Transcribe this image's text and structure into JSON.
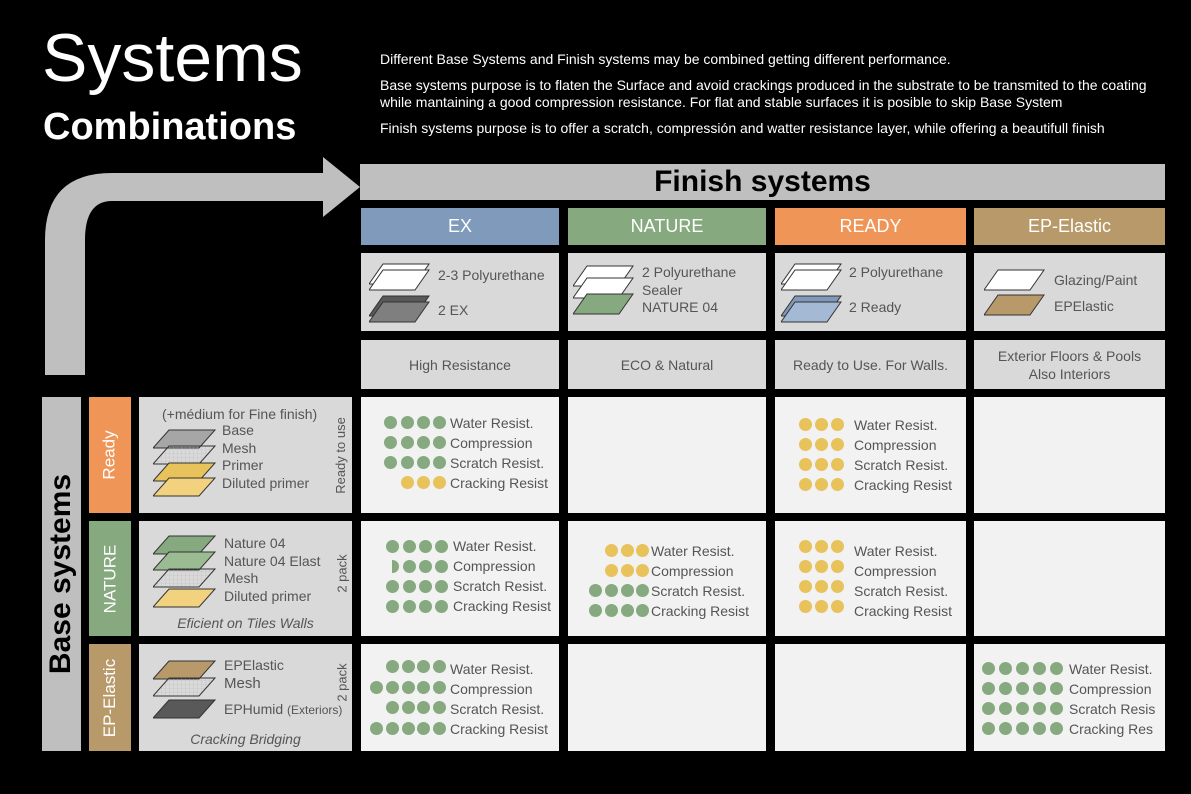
{
  "title": {
    "line1": "Systems",
    "line2": "Combinations"
  },
  "intro": [
    "Different Base Systems and Finish systems may be combined getting different performance.",
    "Base systems purpose is to flaten the Surface and avoid crackings produced in the substrate to be transmited to the coating while mantaining a good compression resistance. For flat and stable surfaces it is posible to skip Base System",
    "Finish systems purpose is to offer a scratch, compressión and watter resistance layer, while offering a beautifull finish"
  ],
  "finish": {
    "heading": "Finish systems",
    "columns": [
      {
        "name": "EX",
        "color": "#7f9aba",
        "layers": [
          "2-3 Polyurethane",
          "2 EX"
        ],
        "desc": [
          "High Resistance"
        ]
      },
      {
        "name": "NATURE",
        "color": "#86a97f",
        "layers": [
          "2 Polyurethane",
          "Sealer",
          "NATURE 04"
        ],
        "desc": [
          "ECO & Natural"
        ]
      },
      {
        "name": "READY",
        "color": "#ef9558",
        "layers": [
          "2 Polyurethane",
          "2 Ready"
        ],
        "desc": [
          "Ready to Use. For Walls."
        ]
      },
      {
        "name": "EP-Elastic",
        "color": "#b89a6a",
        "layers": [
          "Glazing/Paint",
          "EPElastic"
        ],
        "desc": [
          "Exterior Floors & Pools",
          "Also Interiors"
        ]
      }
    ]
  },
  "base": {
    "heading": "Base systems",
    "rows": [
      {
        "name": "Ready",
        "color": "#ef9558",
        "note": "(+médium for Fine finish)",
        "layers": [
          "Base",
          "Mesh",
          "Primer",
          "Diluted primer"
        ],
        "side": "Ready to use",
        "caption": ""
      },
      {
        "name": "NATURE",
        "color": "#86a97f",
        "note": "",
        "layers": [
          "Nature 04",
          "Nature 04 Elast",
          "Mesh",
          "Diluted primer"
        ],
        "side": "2 pack",
        "caption": "Eficient on Tiles Walls"
      },
      {
        "name": "EP-Elastic",
        "color": "#b89a6a",
        "note": "",
        "layers": [
          "EPElastic",
          "Mesh",
          "EPHumid"
        ],
        "layer_suffix": "(Exteriors)",
        "side": "2 pack",
        "caption": "Cracking Bridging"
      }
    ]
  },
  "properties": [
    "Water Resist.",
    "Compression",
    "Scratch Resist.",
    "Cracking Resist"
  ],
  "properties_short": [
    "Water Resist.",
    "Compression",
    "Scratch Resis",
    "Cracking Res"
  ],
  "matrix": [
    {
      "row": 0,
      "col": 0,
      "color": "green",
      "dots": [
        4,
        4,
        4,
        3
      ]
    },
    {
      "row": 0,
      "col": 2,
      "color": "yellow",
      "dots": [
        3,
        3,
        3,
        3
      ]
    },
    {
      "row": 1,
      "col": 0,
      "color": "green",
      "dots": [
        4,
        3.5,
        4,
        4
      ]
    },
    {
      "row": 1,
      "col": 1,
      "color": "yellow",
      "dots": [
        3,
        3,
        4,
        4
      ],
      "mix": [
        null,
        null,
        "green",
        "green"
      ]
    },
    {
      "row": 1,
      "col": 2,
      "color": "yellow",
      "dots": [
        3,
        3,
        3,
        3
      ]
    },
    {
      "row": 2,
      "col": 0,
      "color": "green",
      "dots": [
        4,
        5,
        4,
        5
      ]
    },
    {
      "row": 2,
      "col": 3,
      "color": "green",
      "dots": [
        5,
        5,
        5,
        5
      ]
    }
  ]
}
